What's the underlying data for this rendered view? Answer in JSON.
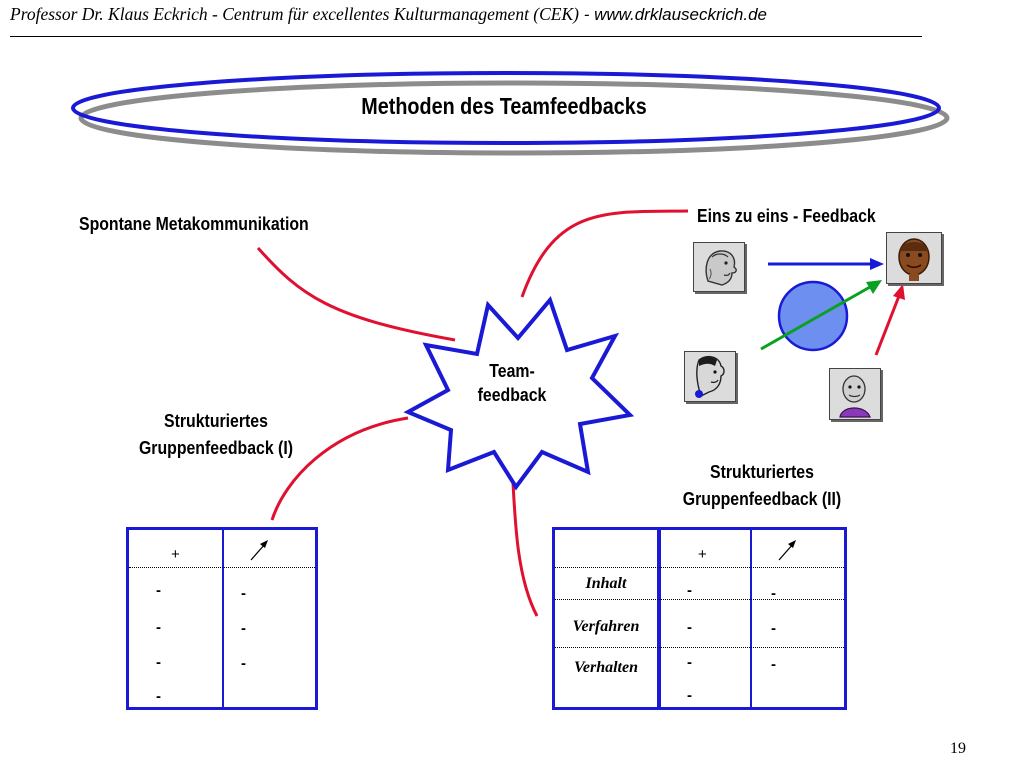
{
  "header": {
    "serif_part": "Professor Dr. Klaus Eckrich - Centrum für excellentes Kulturmanagement (CEK)",
    "sans_part": " - www.drklauseckrich.de"
  },
  "title": "Methoden des Teamfeedbacks",
  "center": {
    "line1": "Team-",
    "line2": "feedback"
  },
  "labels": {
    "spontane": "Spontane Metakommunikation",
    "eins": "Eins zu eins -  Feedback",
    "struk1_line1": "Strukturiertes",
    "struk1_line2": "Gruppenfeedback (I)",
    "struk2_line1": "Strukturiertes",
    "struk2_line2": "Gruppenfeedback (II)"
  },
  "table1": {
    "plus": "+",
    "col1": [
      "-",
      "-",
      "-",
      "-"
    ],
    "col2": [
      "-",
      "-",
      "-"
    ]
  },
  "table2": {
    "plus": "+",
    "rows": [
      {
        "label": "Inhalt",
        "plus_value": "-",
        "arrow_value": "-"
      },
      {
        "label": "Verfahren",
        "plus_value": "-",
        "arrow_value": "-"
      },
      {
        "label": "Verhalten",
        "plus_value": "-",
        "arrow_value": "-"
      }
    ],
    "extra_plus_value": "-"
  },
  "page_number": "19",
  "colors": {
    "blue": "#1a1ad6",
    "red": "#e01030",
    "green": "#0aa020",
    "disk": "#6d8ff0"
  },
  "icons": [
    "person-thinking-icon",
    "person-portrait-icon",
    "person-listening-icon",
    "person-elder-icon"
  ]
}
